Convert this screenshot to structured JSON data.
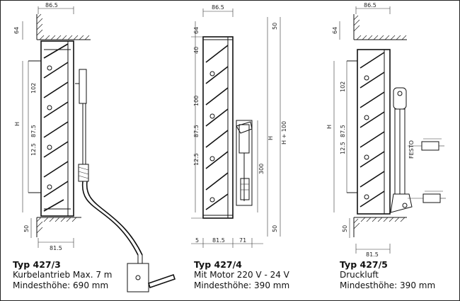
{
  "panels": [
    {
      "type": "Typ 427/3",
      "line1": "Kurbelantrieb Max. 7 m",
      "line2": "Mindesthöhe: 690 mm",
      "dims": {
        "top": "86.5",
        "bottom": "81.5",
        "d64": "64",
        "d102": "102",
        "d875": "87.5",
        "d125": "12.5",
        "d50": "50",
        "H": "H"
      }
    },
    {
      "type": "Typ 427/4",
      "line1": "Mit Motor 220 V - 24 V",
      "line2": "Mindesthöhe: 390 mm",
      "dims": {
        "top": "86.5",
        "bottom_a": "81.5",
        "bottom_b": "71",
        "d5": "5",
        "d64": "64",
        "d40": "40",
        "d100": "100",
        "d875": "87.5",
        "d125": "12.5",
        "d50a": "50",
        "d50b": "50",
        "d300": "300",
        "H": "H",
        "H100": "H + 100"
      }
    },
    {
      "type": "Typ 427/5",
      "line1": "Druckluft",
      "line2": "Mindesthöhe: 390 mm",
      "dims": {
        "top": "86.5",
        "bottom": "81.5",
        "d64": "64",
        "d102": "102",
        "d875": "87.5",
        "d125": "12.5",
        "d50": "50",
        "H": "H",
        "festo": "FESTO"
      }
    }
  ]
}
